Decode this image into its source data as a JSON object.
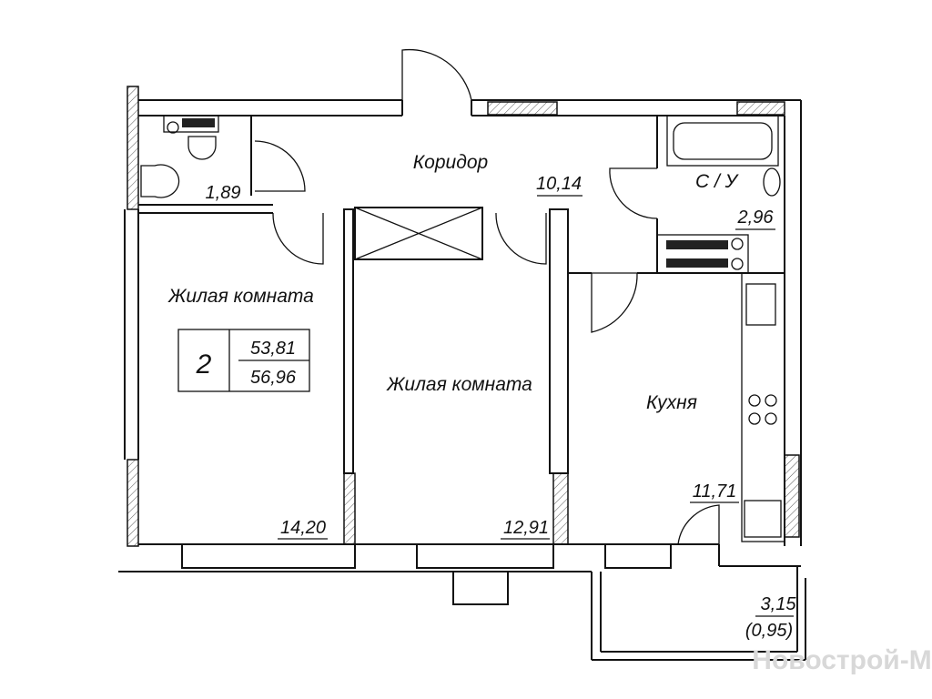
{
  "rooms": {
    "wc": {
      "area": "1,89"
    },
    "corridor": {
      "label": "Коридор",
      "area": "10,14"
    },
    "bathroom": {
      "label": "С / У",
      "area": "2,96"
    },
    "living1": {
      "label": "Жилая комната",
      "area": "14,20"
    },
    "living2": {
      "label": "Жилая комната",
      "area": "12,91"
    },
    "kitchen": {
      "label": "Кухня",
      "area": "11,71"
    },
    "balcony": {
      "area": "3,15",
      "reduced_area": "(0,95)"
    }
  },
  "summary": {
    "rooms_count": "2",
    "living_area": "53,81",
    "total_area": "56,96"
  },
  "watermark": "Новострой-М"
}
